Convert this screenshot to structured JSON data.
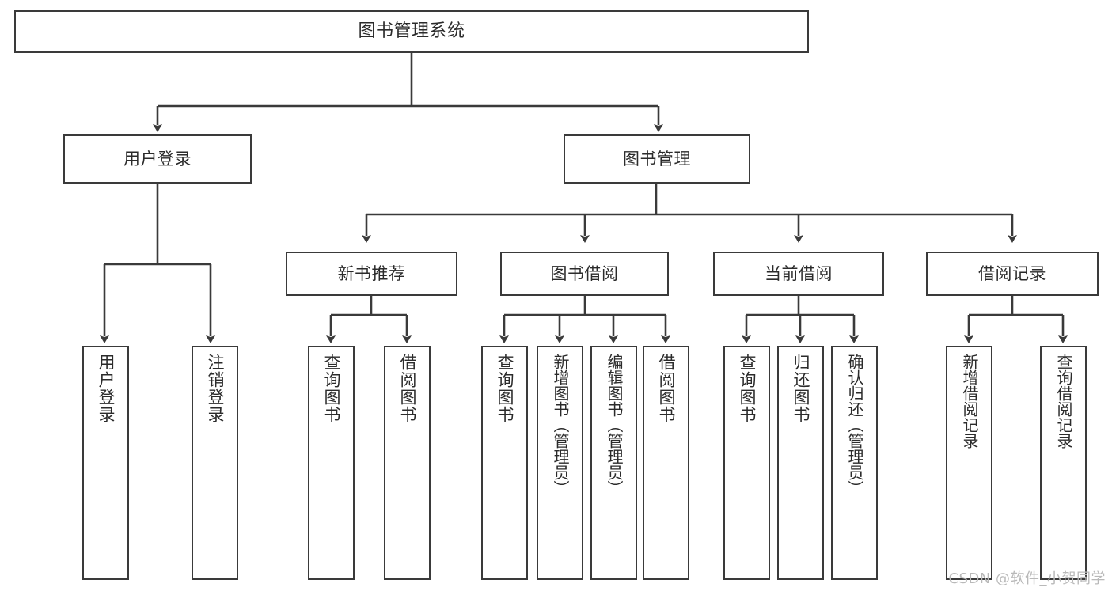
{
  "diagram": {
    "title": "图书管理系统",
    "type": "functional-structure-tree",
    "watermark": "CSDN @软件_小贺同学",
    "colors": {
      "stroke": "#3a3a3a",
      "text": "#2b2b2b",
      "background": "#ffffff",
      "watermark": "#b9b9b9"
    },
    "root": {
      "label": "图书管理系统"
    },
    "level2": [
      {
        "label": "用户登录"
      },
      {
        "label": "图书管理"
      }
    ],
    "level3": [
      {
        "label": "新书推荐"
      },
      {
        "label": "图书借阅"
      },
      {
        "label": "当前借阅"
      },
      {
        "label": "借阅记录"
      }
    ],
    "leaves": {
      "user_login": [
        {
          "label": "用户登录"
        },
        {
          "label": "注销登录"
        }
      ],
      "new_book_recommend": [
        {
          "label": "查询图书"
        },
        {
          "label": "借阅图书"
        }
      ],
      "book_borrow": [
        {
          "label": "查询图书"
        },
        {
          "label": "新增图书（管理员）"
        },
        {
          "label": "编辑图书（管理员）"
        },
        {
          "label": "借阅图书"
        }
      ],
      "current_borrow": [
        {
          "label": "查询图书"
        },
        {
          "label": "归还图书"
        },
        {
          "label": "确认归还（管理员）"
        }
      ],
      "borrow_record": [
        {
          "label": "新增借阅记录"
        },
        {
          "label": "查询借阅记录"
        }
      ]
    }
  }
}
